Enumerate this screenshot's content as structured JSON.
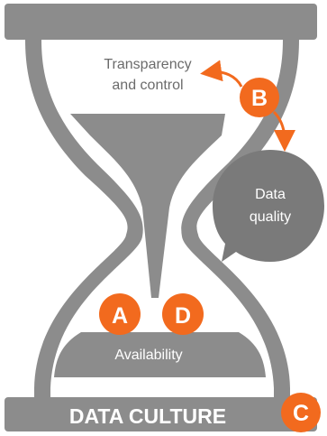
{
  "diagram": {
    "top_label_line1": "Transparency",
    "top_label_line2": "and control",
    "bubble_line1": "Data",
    "bubble_line2": "quality",
    "bottom_sand_label": "Availability",
    "base_label": "DATA CULTURE",
    "badges": {
      "a": "A",
      "b": "B",
      "c": "C",
      "d": "D"
    }
  },
  "colors": {
    "gray": "#8c8c8c",
    "dark_gray": "#7a7a7a",
    "orange": "#f26a1e",
    "white": "#ffffff",
    "text_dark": "#6b6b6b"
  }
}
